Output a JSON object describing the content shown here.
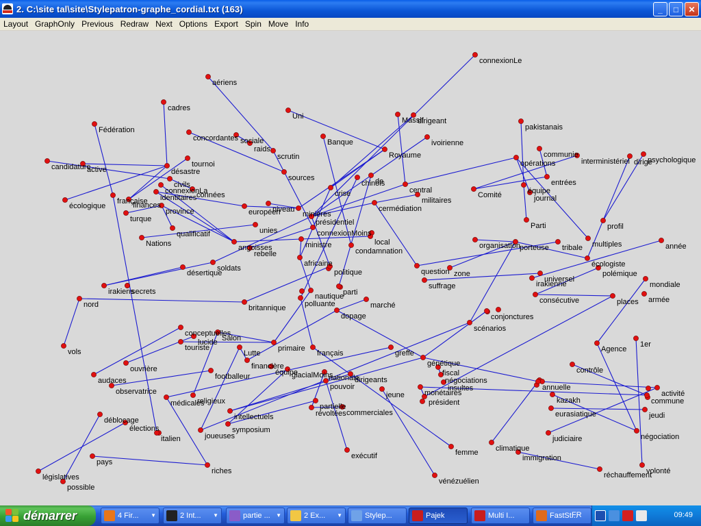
{
  "window": {
    "title": "2. C:\\site tal\\site\\Stylepatron-graphe_cordial.txt (163)",
    "controls": {
      "minimize": "_",
      "maximize": "□",
      "close": "✕"
    }
  },
  "menu": [
    "Layout",
    "GraphOnly",
    "Previous",
    "Redraw",
    "Next",
    "Options",
    "Export",
    "Spin",
    "Move",
    "Info"
  ],
  "graph": {
    "node_color": "#e01010",
    "edge_color": "#1a1ad0",
    "nodes": [
      {
        "id": "connexionLe",
        "label": "connexionLe"
      },
      {
        "id": "aeriens",
        "label": "aériens"
      },
      {
        "id": "cadres",
        "label": "cadres"
      },
      {
        "id": "federation",
        "label": "Fédération"
      },
      {
        "id": "uni",
        "label": "Uni"
      },
      {
        "id": "massif",
        "label": "Massif"
      },
      {
        "id": "dirigeant",
        "label": "dirigeant"
      },
      {
        "id": "pakistanais",
        "label": "pakistanais"
      },
      {
        "id": "concordantes",
        "label": "concordantes"
      },
      {
        "id": "sociale",
        "label": "sociale"
      },
      {
        "id": "raids",
        "label": "raids"
      },
      {
        "id": "scrutin",
        "label": "scrutin"
      },
      {
        "id": "banque",
        "label": "Banque"
      },
      {
        "id": "ivoirienne",
        "label": "ivoirienne"
      },
      {
        "id": "communie",
        "label": "communie"
      },
      {
        "id": "psychologique",
        "label": "psychologique"
      },
      {
        "id": "tournoi",
        "label": "tournoi"
      },
      {
        "id": "royaume",
        "label": "Royaume"
      },
      {
        "id": "operations",
        "label": "opérations"
      },
      {
        "id": "interministeriel",
        "label": "interministériel"
      },
      {
        "id": "dirige",
        "label": "dirige"
      },
      {
        "id": "candidature",
        "label": "candidature"
      },
      {
        "id": "active",
        "label": "active"
      },
      {
        "id": "desastre",
        "label": "désastre"
      },
      {
        "id": "sources",
        "label": "sources"
      },
      {
        "id": "civils",
        "label": "civils"
      },
      {
        "id": "chinois",
        "label": "chinois"
      },
      {
        "id": "de",
        "label": "de"
      },
      {
        "id": "entrees",
        "label": "entrées"
      },
      {
        "id": "connexionla",
        "label": "connexionLa"
      },
      {
        "id": "connees",
        "label": "connées"
      },
      {
        "id": "central",
        "label": "central"
      },
      {
        "id": "equipe",
        "label": "équipe"
      },
      {
        "id": "comite",
        "label": "Comité"
      },
      {
        "id": "identitaires",
        "label": "identitaires"
      },
      {
        "id": "crise",
        "label": "crise"
      },
      {
        "id": "journal",
        "label": "journal"
      },
      {
        "id": "ecologique",
        "label": "écologique"
      },
      {
        "id": "francaise",
        "label": "française"
      },
      {
        "id": "finances",
        "label": "finances"
      },
      {
        "id": "militaires",
        "label": "militaires"
      },
      {
        "id": "cermediation",
        "label": "cermédiation"
      },
      {
        "id": "europeen",
        "label": "européen"
      },
      {
        "id": "niveau",
        "label": "niveau"
      },
      {
        "id": "province",
        "label": "province"
      },
      {
        "id": "minieres",
        "label": "minières"
      },
      {
        "id": "turque",
        "label": "turque"
      },
      {
        "id": "presidentiel",
        "label": "présidentiel"
      },
      {
        "id": "profil",
        "label": "profil"
      },
      {
        "id": "parti",
        "label": "Parti"
      },
      {
        "id": "unies",
        "label": "unies"
      },
      {
        "id": "qualificatif",
        "label": "qualificatif"
      },
      {
        "id": "connexionmoins",
        "label": "connexionMoins"
      },
      {
        "id": "local",
        "label": "local"
      },
      {
        "id": "nations",
        "label": "Nations"
      },
      {
        "id": "ministre",
        "label": "ministre"
      },
      {
        "id": "angoisses",
        "label": "angoisses"
      },
      {
        "id": "condamnation",
        "label": "condamnation"
      },
      {
        "id": "organisation",
        "label": "organisation"
      },
      {
        "id": "porteuse",
        "label": "porteuse"
      },
      {
        "id": "tribale",
        "label": "tribale"
      },
      {
        "id": "multiples",
        "label": "multiples"
      },
      {
        "id": "annee",
        "label": "année"
      },
      {
        "id": "rebelle",
        "label": "rebelle"
      },
      {
        "id": "africaine",
        "label": "africaine"
      },
      {
        "id": "soldats",
        "label": "soldats"
      },
      {
        "id": "ecologiste",
        "label": "écologiste"
      },
      {
        "id": "desertique",
        "label": "désertique"
      },
      {
        "id": "question",
        "label": "question"
      },
      {
        "id": "zone",
        "label": "zone"
      },
      {
        "id": "politique",
        "label": "politique"
      },
      {
        "id": "polemique",
        "label": "polémique"
      },
      {
        "id": "universel",
        "label": "universel"
      },
      {
        "id": "suffrage",
        "label": "suffrage"
      },
      {
        "id": "irakienne",
        "label": "irakienne"
      },
      {
        "id": "mondiale",
        "label": "mondiale"
      },
      {
        "id": "irakiens",
        "label": "irakiens"
      },
      {
        "id": "secrets",
        "label": "secrets"
      },
      {
        "id": "parti2",
        "label": "parti"
      },
      {
        "id": "nautique",
        "label": "nautique"
      },
      {
        "id": "consecutive",
        "label": "consécutive"
      },
      {
        "id": "armee",
        "label": "armée"
      },
      {
        "id": "places",
        "label": "places"
      },
      {
        "id": "nord",
        "label": "nord"
      },
      {
        "id": "britannique",
        "label": "britannique"
      },
      {
        "id": "polluante",
        "label": "polluante"
      },
      {
        "id": "marche",
        "label": "marché"
      },
      {
        "id": "dopage",
        "label": "dopage"
      },
      {
        "id": "conjonctures",
        "label": "conjonctures"
      },
      {
        "id": "scenarios",
        "label": "scénarios"
      },
      {
        "id": "conceptuelles",
        "label": "conceptuelles"
      },
      {
        "id": "salon",
        "label": "Salon"
      },
      {
        "id": "lucide",
        "label": "lucide"
      },
      {
        "id": "touriste",
        "label": "touriste"
      },
      {
        "id": "primaire",
        "label": "primaire"
      },
      {
        "id": "vols",
        "label": "vols"
      },
      {
        "id": "agence",
        "label": "Agence"
      },
      {
        "id": "1er",
        "label": "1er"
      },
      {
        "id": "lutte",
        "label": "Lutte"
      },
      {
        "id": "francais",
        "label": "français"
      },
      {
        "id": "greffe",
        "label": "greffe"
      },
      {
        "id": "financiere",
        "label": "financière"
      },
      {
        "id": "ouvriere",
        "label": "ouvrière"
      },
      {
        "id": "equipe2",
        "label": "équipe"
      },
      {
        "id": "genetique",
        "label": "génétique"
      },
      {
        "id": "fiscal",
        "label": "fiscal"
      },
      {
        "id": "controle",
        "label": "contrôle"
      },
      {
        "id": "glacialmoins",
        "label": "glacialMoins"
      },
      {
        "id": "nationale",
        "label": "nationale"
      },
      {
        "id": "negociations",
        "label": "négociations"
      },
      {
        "id": "audaces",
        "label": "audaces"
      },
      {
        "id": "footballeur",
        "label": "footballeur"
      },
      {
        "id": "dirigeants",
        "label": "dirigeants"
      },
      {
        "id": "insultes",
        "label": "insultes"
      },
      {
        "id": "annuelle",
        "label": "annuelle"
      },
      {
        "id": "activite",
        "label": "activité"
      },
      {
        "id": "observatrice",
        "label": "observatrice"
      },
      {
        "id": "pouvoir",
        "label": "pouvoir"
      },
      {
        "id": "monetaires",
        "label": "monétaires"
      },
      {
        "id": "jeune",
        "label": "jeune"
      },
      {
        "id": "kazakh",
        "label": "kazakh"
      },
      {
        "id": "commune",
        "label": "commune"
      },
      {
        "id": "medicales",
        "label": "médicales"
      },
      {
        "id": "religieux",
        "label": "religieux"
      },
      {
        "id": "president",
        "label": "président"
      },
      {
        "id": "partielle",
        "label": "partielle"
      },
      {
        "id": "deblocage",
        "label": "déblocage"
      },
      {
        "id": "revoltees",
        "label": "révoltées"
      },
      {
        "id": "commerciales",
        "label": "commerciales"
      },
      {
        "id": "eurasiatique",
        "label": "eurasiatique"
      },
      {
        "id": "jeudi",
        "label": "jeudi"
      },
      {
        "id": "intellectuels",
        "label": "intellectuels"
      },
      {
        "id": "elections",
        "label": "élections"
      },
      {
        "id": "symposium",
        "label": "symposium"
      },
      {
        "id": "joueuses",
        "label": "joueuses"
      },
      {
        "id": "italien",
        "label": "italien"
      },
      {
        "id": "judiciaire",
        "label": "judiciaire"
      },
      {
        "id": "negociation",
        "label": "négociation"
      },
      {
        "id": "climatique",
        "label": "climatique"
      },
      {
        "id": "femme",
        "label": "femme"
      },
      {
        "id": "executif",
        "label": "exécutif"
      },
      {
        "id": "immigration",
        "label": "immigration"
      },
      {
        "id": "pays",
        "label": "pays"
      },
      {
        "id": "riches",
        "label": "riches"
      },
      {
        "id": "volonte",
        "label": "volonté"
      },
      {
        "id": "rechauffement",
        "label": "réchauffement"
      },
      {
        "id": "legislatives",
        "label": "législatives"
      },
      {
        "id": "venezuelien",
        "label": "vénézuélien"
      },
      {
        "id": "possible",
        "label": "possible"
      }
    ]
  },
  "taskbar": {
    "start_label": "démarrer",
    "tasks": [
      {
        "label": "4 Fir...",
        "icon_color": "#e8761a"
      },
      {
        "label": "2 Int...",
        "icon_color": "#222222"
      },
      {
        "label": "partie ...",
        "icon_color": "#8a5cc8"
      },
      {
        "label": "2 Ex...",
        "icon_color": "#f2c744"
      },
      {
        "label": "Stylep...",
        "icon_color": "#6fa2e8"
      },
      {
        "label": "Pajek",
        "icon_color": "#c81d1d"
      },
      {
        "label": "Multi I...",
        "icon_color": "#c81d1d"
      },
      {
        "label": "FastSt...",
        "icon_color": "#e06a1a"
      }
    ],
    "language": "FR",
    "clock": "09:49"
  }
}
